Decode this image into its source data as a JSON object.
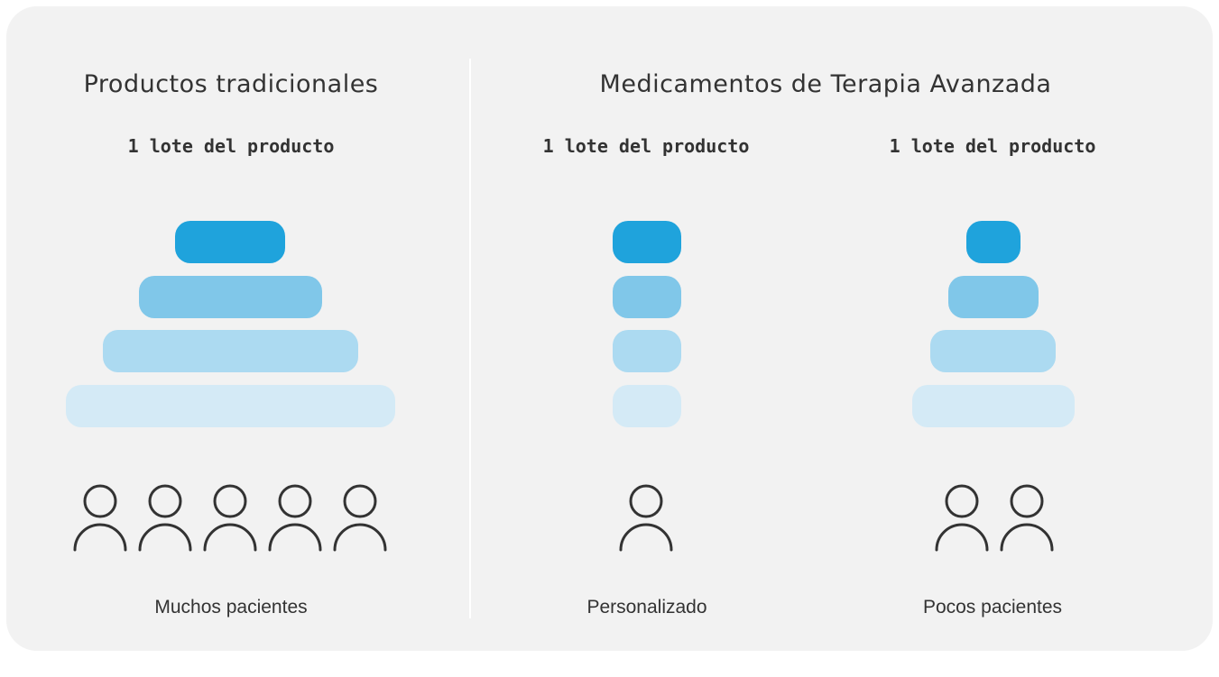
{
  "sections": {
    "traditional_title": "Productos tradicionales",
    "advanced_title": "Medicamentos de Terapia Avanzada"
  },
  "columns": [
    {
      "lot_label": "1 lote del producto",
      "caption": "Muchos pacientes",
      "patients": 5
    },
    {
      "lot_label": "1 lote del producto",
      "caption": "Personalizado",
      "patients": 1
    },
    {
      "lot_label": "1 lote del producto",
      "caption": "Pocos pacientes",
      "patients": 2
    }
  ],
  "colors": {
    "background": "#f2f2f2",
    "bar_level_1": "#1fa3dc",
    "bar_level_2": "#80c7e9",
    "bar_level_3": "#acdaf1",
    "bar_level_4": "#d4eaf6",
    "icon_stroke": "#333333",
    "text": "#333333"
  },
  "icons": {
    "patient": "person-outline-icon"
  }
}
